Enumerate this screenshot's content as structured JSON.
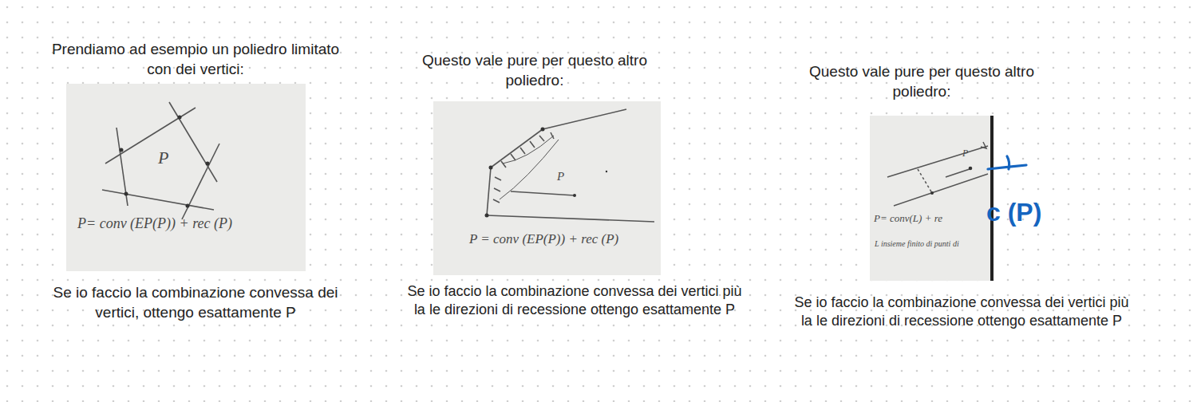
{
  "diagram": {
    "labels": [
      "Prendiamo ad esempio un poliedro limitato con dei vertici:",
      "P",
      "P= conv (EP(P)) + rec (P)",
      "Se io faccio la combinazione convessa dei vertici, ottengo esattamente P",
      "Questo vale pure per questo altro poliedro:",
      "P",
      "P = conv (EP(P)) + rec (P)",
      "Se io faccio la combinazione convessa dei vertici più la le direzioni di recessione ottengo esattamente P",
      "Questo vale pure per questo altro poliedro:",
      "P",
      "P= conv(L) + re",
      "c (P)",
      "L insieme finito di punti di",
      "Se io faccio la combinazione convessa dei vertici più la le direzioni di recessione ottengo esattamente P"
    ]
  }
}
